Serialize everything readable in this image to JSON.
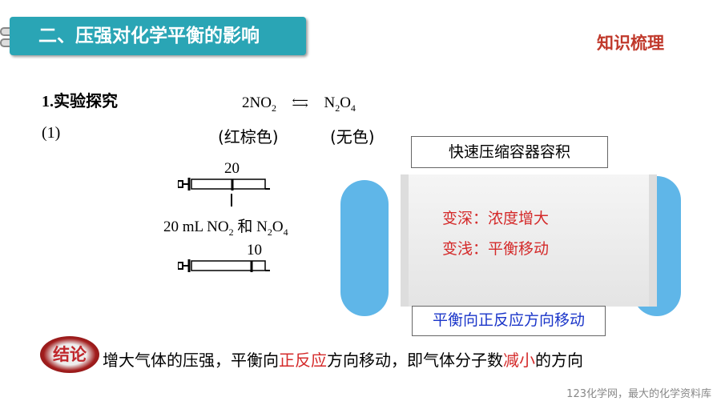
{
  "header": {
    "title": "二、压强对化学平衡的影响",
    "corner": "知识梳理"
  },
  "section": {
    "heading": "1.实验探究",
    "item": "(1)"
  },
  "equation": {
    "left": "2NO",
    "left_sub": "2",
    "right": "N",
    "right_sub1": "2",
    "right_mid": "O",
    "right_sub2": "4",
    "left_color": "(红棕色)",
    "right_color": "(无色)"
  },
  "syringe": {
    "top_label": "20",
    "bottom_label": "10",
    "content_a": "20 mL NO",
    "sub_a": "2",
    "content_b": " 和 N",
    "sub_b": "2",
    "content_c": "O",
    "sub_c": "4"
  },
  "scroll": {
    "action": "快速压缩容器容积",
    "line1": "变深：浓度增大",
    "line2": "变浅：平衡移动",
    "result": "平衡向正反应方向移动"
  },
  "conclusion": {
    "badge": "结论",
    "t1": "增大气体的压强，平衡向",
    "t2": "正反应",
    "t3": "方向移动，即气体分子数",
    "t4": "减小",
    "t5": "的方向"
  },
  "footer": {
    "watermark": "123化学网，最大的化学资料库"
  }
}
